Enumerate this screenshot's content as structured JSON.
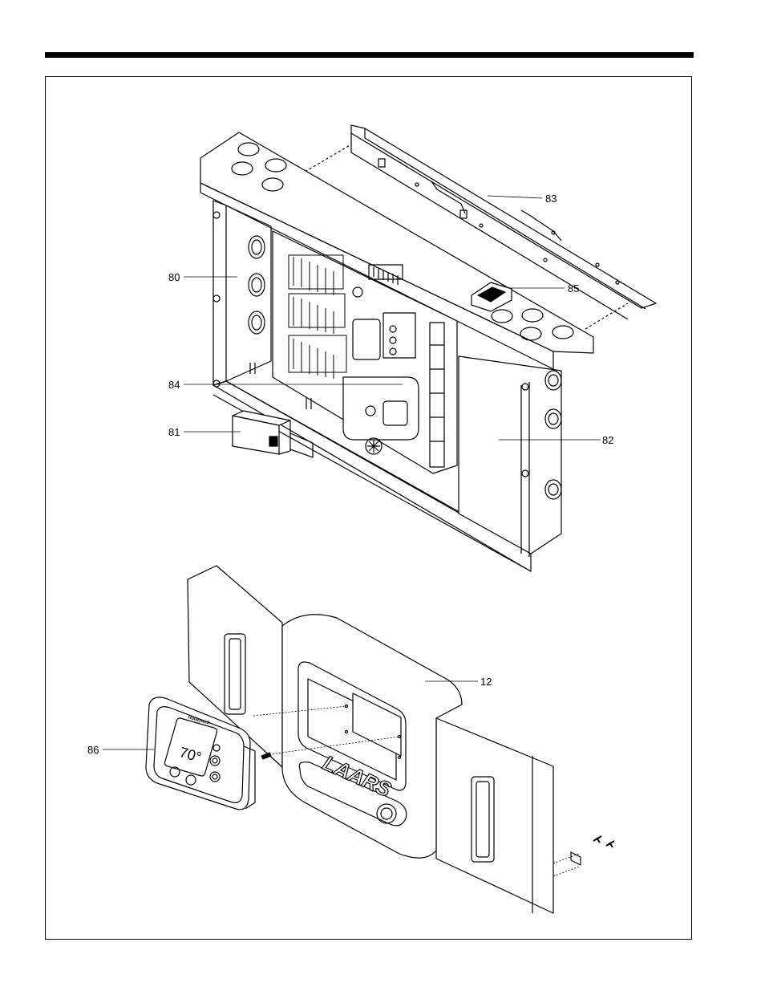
{
  "callouts": {
    "c80": "80",
    "c81": "81",
    "c82": "82",
    "c83": "83",
    "c84": "84",
    "c85": "85",
    "c12": "12",
    "c86": "86"
  },
  "brand_logo": "LAARS",
  "thermostat": {
    "brand": "Honeywell",
    "display": "70°"
  }
}
